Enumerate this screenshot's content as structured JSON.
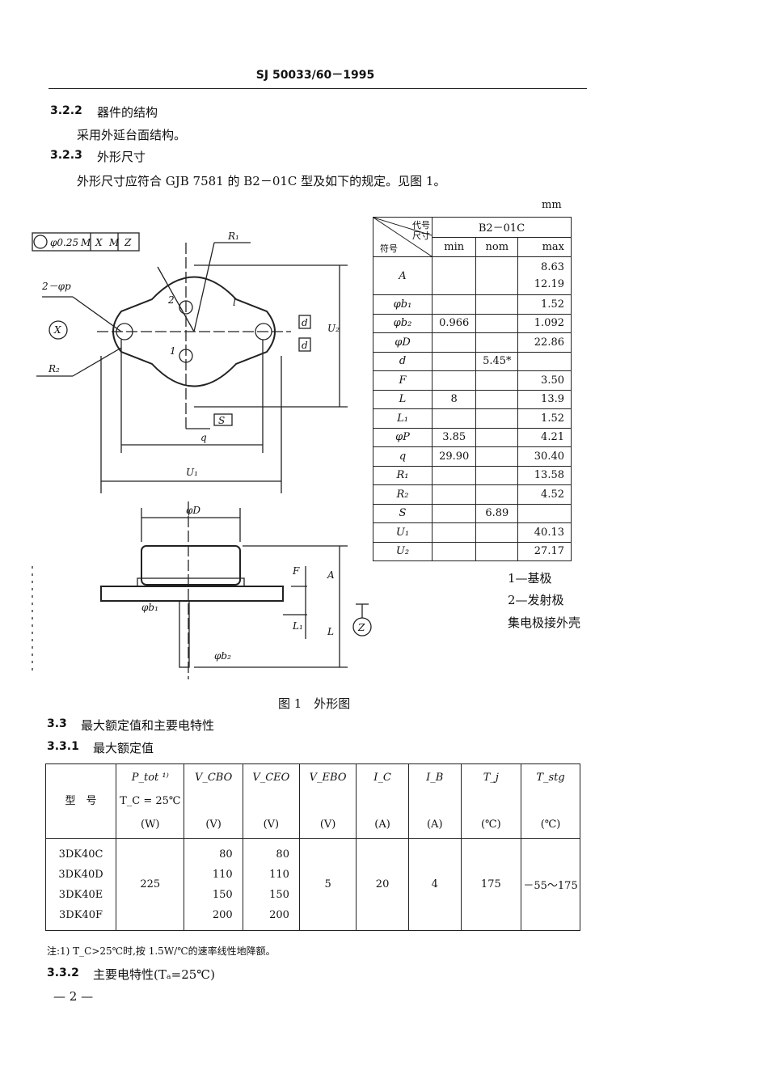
{
  "header": {
    "doc_number": "SJ 50033/60－1995"
  },
  "sections": {
    "s322_num": "3.2.2",
    "s322_title": "器件的结构",
    "s322_body": "采用外延台面结构。",
    "s323_num": "3.2.3",
    "s323_title": "外形尺寸",
    "s323_body": "外形尺寸应符合 GJB 7581 的 B2－01C 型及如下的规定。见图 1。",
    "s33_num": "3.3",
    "s33_title": "最大额定值和主要电特性",
    "s331_num": "3.3.1",
    "s331_title": "最大额定值",
    "s332_num": "3.3.2",
    "s332_title": "主要电特性(Tₐ=25℃)"
  },
  "figure": {
    "caption": "图 1　外形图",
    "labels": {
      "tol": "φ0.25",
      "m1": "M",
      "x": "X",
      "m2": "M",
      "z": "Z",
      "r1": "R₁",
      "hole": "2－φp",
      "xdatum": "X",
      "r2": "R₂",
      "pin2": "2",
      "pin1": "1",
      "l": "l",
      "d1": "d",
      "d2": "d",
      "u2": "U₂",
      "s": "S",
      "q": "q",
      "u1": "U₁",
      "phid": "φD",
      "f": "F",
      "a": "A",
      "phib1": "φb₁",
      "l1": "L₁",
      "L": "L",
      "zdatum": "Z",
      "phib2": "φb₂"
    },
    "legend": [
      "1—基极",
      "2—发射极",
      "集电极接外壳"
    ]
  },
  "dim_table": {
    "unit": "mm",
    "corner_top": "代号",
    "corner_mid": "尺寸",
    "corner_bottom": "符号",
    "code": "B2－01C",
    "cols": [
      "min",
      "nom",
      "max"
    ],
    "rows": [
      {
        "sym": "A",
        "min": "",
        "nom": "",
        "max": "8.63",
        "max2": "12.19"
      },
      {
        "sym": "φb₁",
        "min": "",
        "nom": "",
        "max": "1.52"
      },
      {
        "sym": "φb₂",
        "min": "0.966",
        "nom": "",
        "max": "1.092"
      },
      {
        "sym": "φD",
        "min": "",
        "nom": "",
        "max": "22.86"
      },
      {
        "sym": "d",
        "min": "",
        "nom": "5.45*",
        "max": ""
      },
      {
        "sym": "F",
        "min": "",
        "nom": "",
        "max": "3.50"
      },
      {
        "sym": "L",
        "min": "8",
        "nom": "",
        "max": "13.9"
      },
      {
        "sym": "L₁",
        "min": "",
        "nom": "",
        "max": "1.52"
      },
      {
        "sym": "φP",
        "min": "3.85",
        "nom": "",
        "max": "4.21"
      },
      {
        "sym": "q",
        "min": "29.90",
        "nom": "",
        "max": "30.40"
      },
      {
        "sym": "R₁",
        "min": "",
        "nom": "",
        "max": "13.58"
      },
      {
        "sym": "R₂",
        "min": "",
        "nom": "",
        "max": "4.52"
      },
      {
        "sym": "S",
        "min": "",
        "nom": "6.89",
        "max": ""
      },
      {
        "sym": "U₁",
        "min": "",
        "nom": "",
        "max": "40.13"
      },
      {
        "sym": "U₂",
        "min": "",
        "nom": "",
        "max": "27.17"
      }
    ]
  },
  "ratings_table": {
    "headers": [
      [
        "型　号"
      ],
      [
        "P_tot ¹⁾",
        "T_C = 25℃",
        "(W)"
      ],
      [
        "V_CBO",
        "",
        "(V)"
      ],
      [
        "V_CEO",
        "",
        "(V)"
      ],
      [
        "V_EBO",
        "",
        "(V)"
      ],
      [
        "I_C",
        "",
        "(A)"
      ],
      [
        "I_B",
        "",
        "(A)"
      ],
      [
        "T_j",
        "",
        "(℃)"
      ],
      [
        "T_stg",
        "",
        "(℃)"
      ]
    ],
    "models": [
      "3DK40C",
      "3DK40D",
      "3DK40E",
      "3DK40F"
    ],
    "ptot": "225",
    "vcbo": [
      "80",
      "110",
      "150",
      "200"
    ],
    "vceo": [
      "80",
      "110",
      "150",
      "200"
    ],
    "vebo": "5",
    "ic": "20",
    "ib": "4",
    "tj": "175",
    "tstg": "－55～175"
  },
  "note": "注:1) T_C>25℃时,按 1.5W/℃的速率线性地降额。",
  "page_number": "— 2 —"
}
